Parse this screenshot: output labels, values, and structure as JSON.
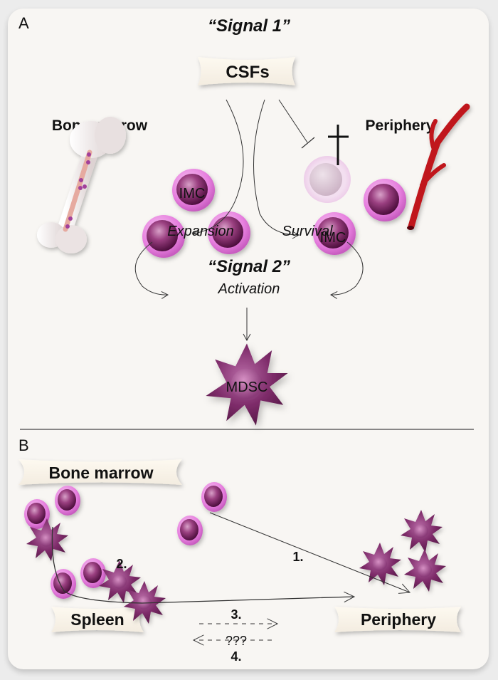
{
  "panel_a": {
    "label": "A",
    "signal1_title": "“Signal 1”",
    "signal1_box": "CSFs",
    "bone_marrow_label": "Bone marrow",
    "periphery_label": "Periphery",
    "imc_label_left": "IMC",
    "imc_label_right": "IMC",
    "expansion_label": "Expansion",
    "survival_label": "Survival",
    "signal2_title": "“Signal 2”",
    "signal2_sub": "Activation",
    "mdsc_label": "MDSC",
    "death_symbol": "†"
  },
  "panel_b": {
    "label": "B",
    "bone_marrow_box": "Bone marrow",
    "spleen_box": "Spleen",
    "periphery_box": "Periphery",
    "step1": "1.",
    "step2": "2.",
    "step3": "3.",
    "step4": "4.",
    "unknown": "???"
  },
  "colors": {
    "cell_ring": "#e88ae0",
    "cell_core": "#8a2a6e",
    "mdsc": "#7a2a66",
    "vessel": "#c0161c",
    "card_bg": "#f8f6f3",
    "label_box": "#fbf6ec"
  }
}
